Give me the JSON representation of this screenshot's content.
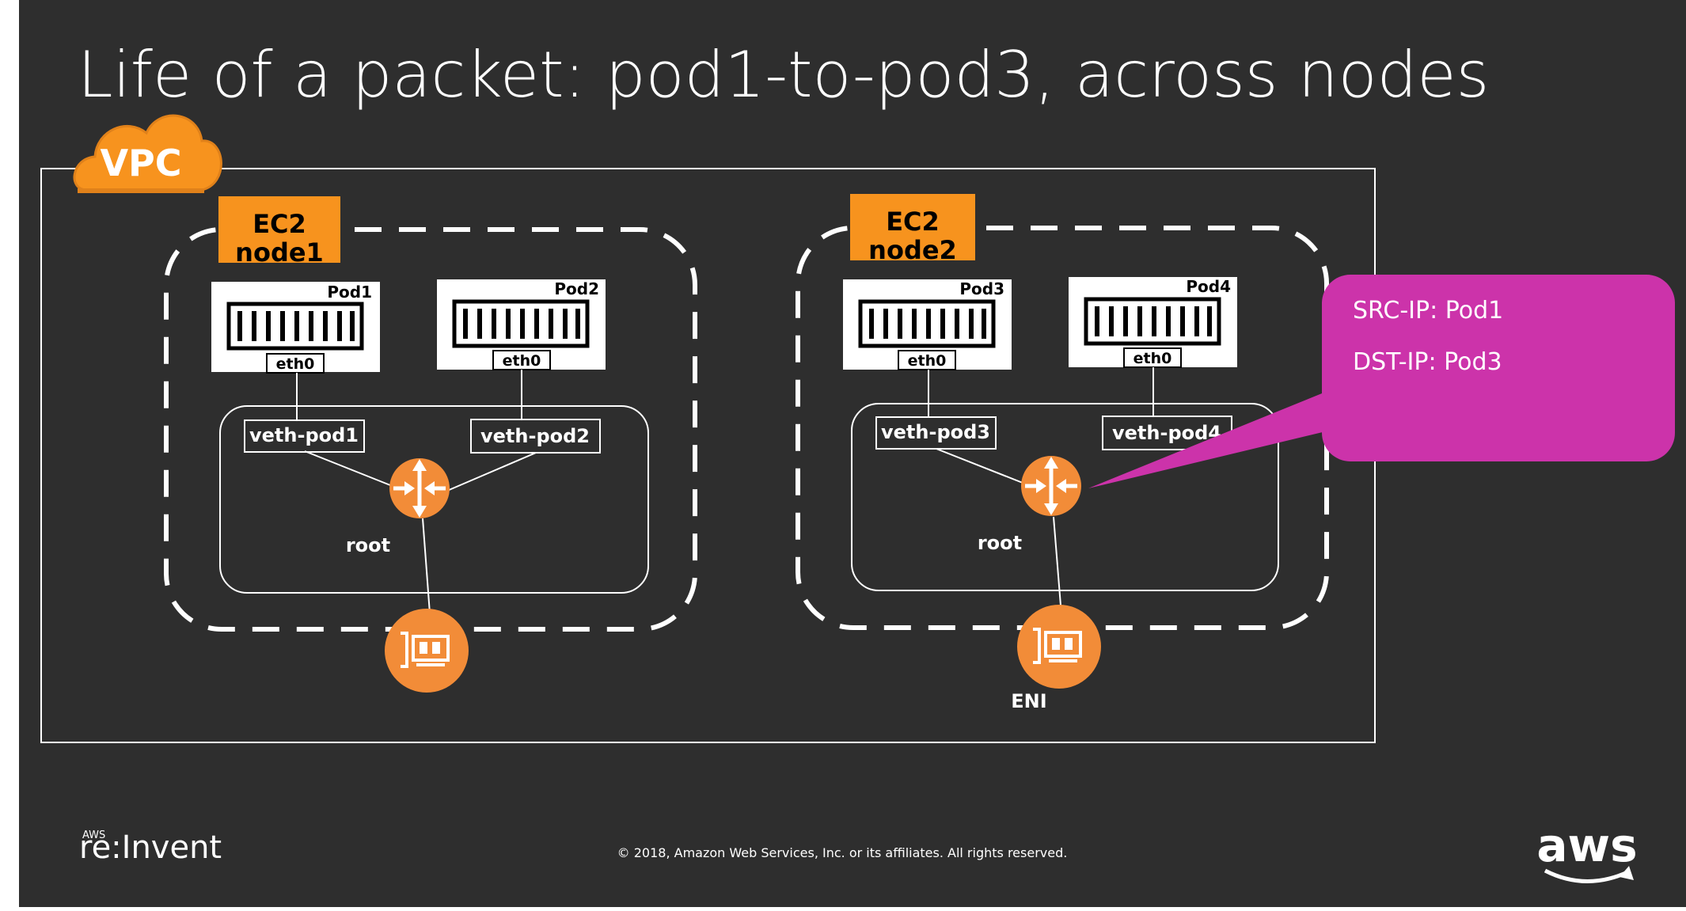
{
  "slide": {
    "title": "Life of a packet: pod1-to-pod3, across nodes",
    "vpc_label": "VPC",
    "footer_copyright": "© 2018, Amazon Web Services, Inc. or its affiliates. All rights reserved.",
    "brand_left_small": "AWS",
    "brand_left_main": "re:Invent",
    "brand_right": "aws"
  },
  "colors": {
    "background": "#2e2e2e",
    "accent_orange": "#f7931e",
    "callout_magenta": "#cc33aa",
    "line_white": "#ffffff"
  },
  "nodes": [
    {
      "ec2_line1": "EC2",
      "ec2_line2": "node1",
      "pods": [
        {
          "name": "Pod1",
          "iface": "eth0",
          "veth": "veth-pod1"
        },
        {
          "name": "Pod2",
          "iface": "eth0",
          "veth": "veth-pod2"
        }
      ],
      "root_label": "root",
      "eni_label": ""
    },
    {
      "ec2_line1": "EC2",
      "ec2_line2": "node2",
      "pods": [
        {
          "name": "Pod3",
          "iface": "eth0",
          "veth": "veth-pod3"
        },
        {
          "name": "Pod4",
          "iface": "eth0",
          "veth": "veth-pod4"
        }
      ],
      "root_label": "root",
      "eni_label": "ENI"
    }
  ],
  "callout": {
    "line1": "SRC-IP: Pod1",
    "line2": "DST-IP: Pod3"
  },
  "icons": {
    "cloud": "cloud-icon",
    "container": "container-icon",
    "router": "router-icon",
    "eni": "network-interface-icon",
    "smile": "aws-smile-icon"
  }
}
